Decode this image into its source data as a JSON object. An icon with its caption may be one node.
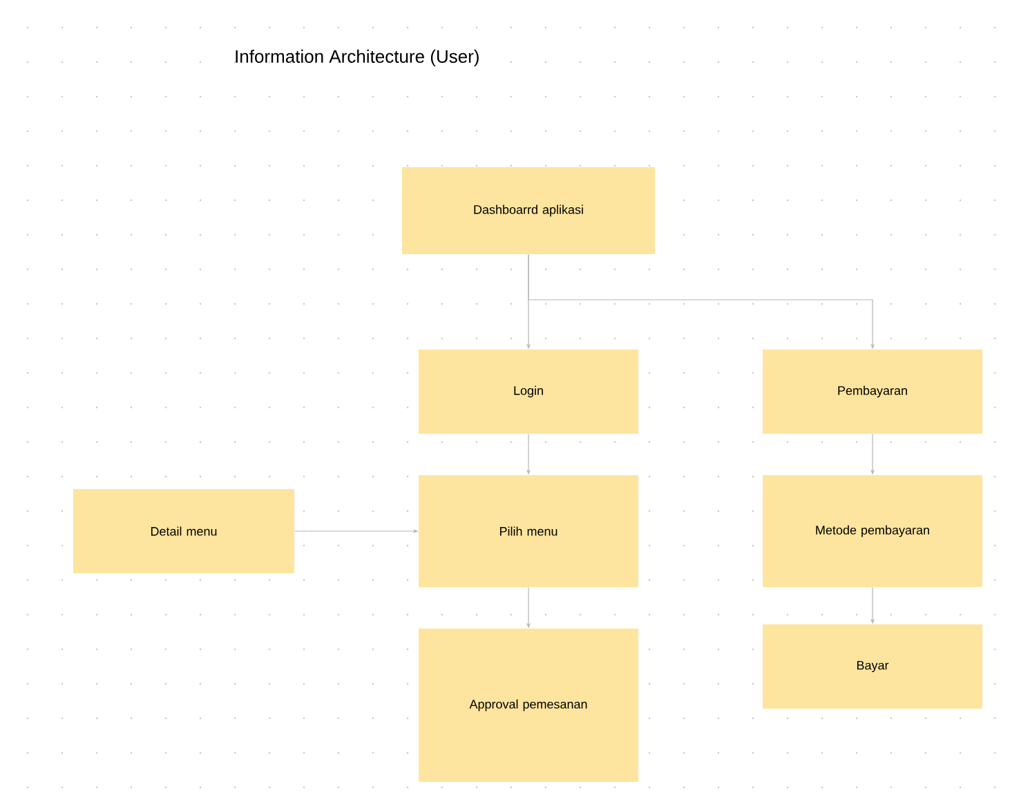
{
  "diagram": {
    "title": "Information Architecture (User)",
    "nodes": [
      {
        "text": [
          "Dashboarrd aplikasi"
        ]
      },
      {
        "text": [
          "Login"
        ]
      },
      {
        "text": [
          "Pembayaran"
        ]
      },
      {
        "text": [
          "Detail menu"
        ]
      },
      {
        "text": [
          "Pilih menu"
        ]
      },
      {
        "text": [
          "Metode pembayaran"
        ]
      },
      {
        "text": [
          "Approval pemesanan"
        ]
      },
      {
        "text": [
          "Bayar"
        ]
      }
    ],
    "edges": [
      {
        "from": 0,
        "to": 1,
        "arrow": "to"
      },
      {
        "from": 0,
        "to": 2,
        "arrow": "to"
      },
      {
        "from": 1,
        "to": 4,
        "arrow": "to"
      },
      {
        "from": 3,
        "to": 4,
        "arrow": "to"
      },
      {
        "from": 4,
        "to": 6,
        "arrow": "to"
      },
      {
        "from": 2,
        "to": 5,
        "arrow": "to"
      },
      {
        "from": 5,
        "to": 7,
        "arrow": "to"
      }
    ]
  }
}
